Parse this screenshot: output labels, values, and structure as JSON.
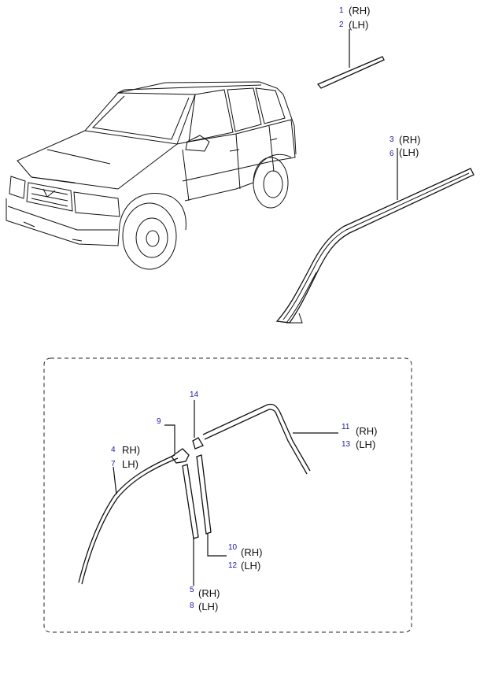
{
  "callouts": [
    {
      "num": "1",
      "side": "(RH)"
    },
    {
      "num": "2",
      "side": "(LH)"
    },
    {
      "num": "3",
      "side": "(RH)"
    },
    {
      "num": "6",
      "side": "(LH)"
    },
    {
      "num": "4",
      "side": "RH)"
    },
    {
      "num": "7",
      "side": "LH)"
    },
    {
      "num": "9",
      "side": ""
    },
    {
      "num": "14",
      "side": ""
    },
    {
      "num": "11",
      "side": "(RH)"
    },
    {
      "num": "13",
      "side": "(LH)"
    },
    {
      "num": "10",
      "side": "(RH)"
    },
    {
      "num": "12",
      "side": "(LH)"
    },
    {
      "num": "5",
      "side": "(RH)"
    },
    {
      "num": "8",
      "side": "(LH)"
    }
  ],
  "colors": {
    "callout_number": "#1a1aa0",
    "line": "#111111"
  }
}
